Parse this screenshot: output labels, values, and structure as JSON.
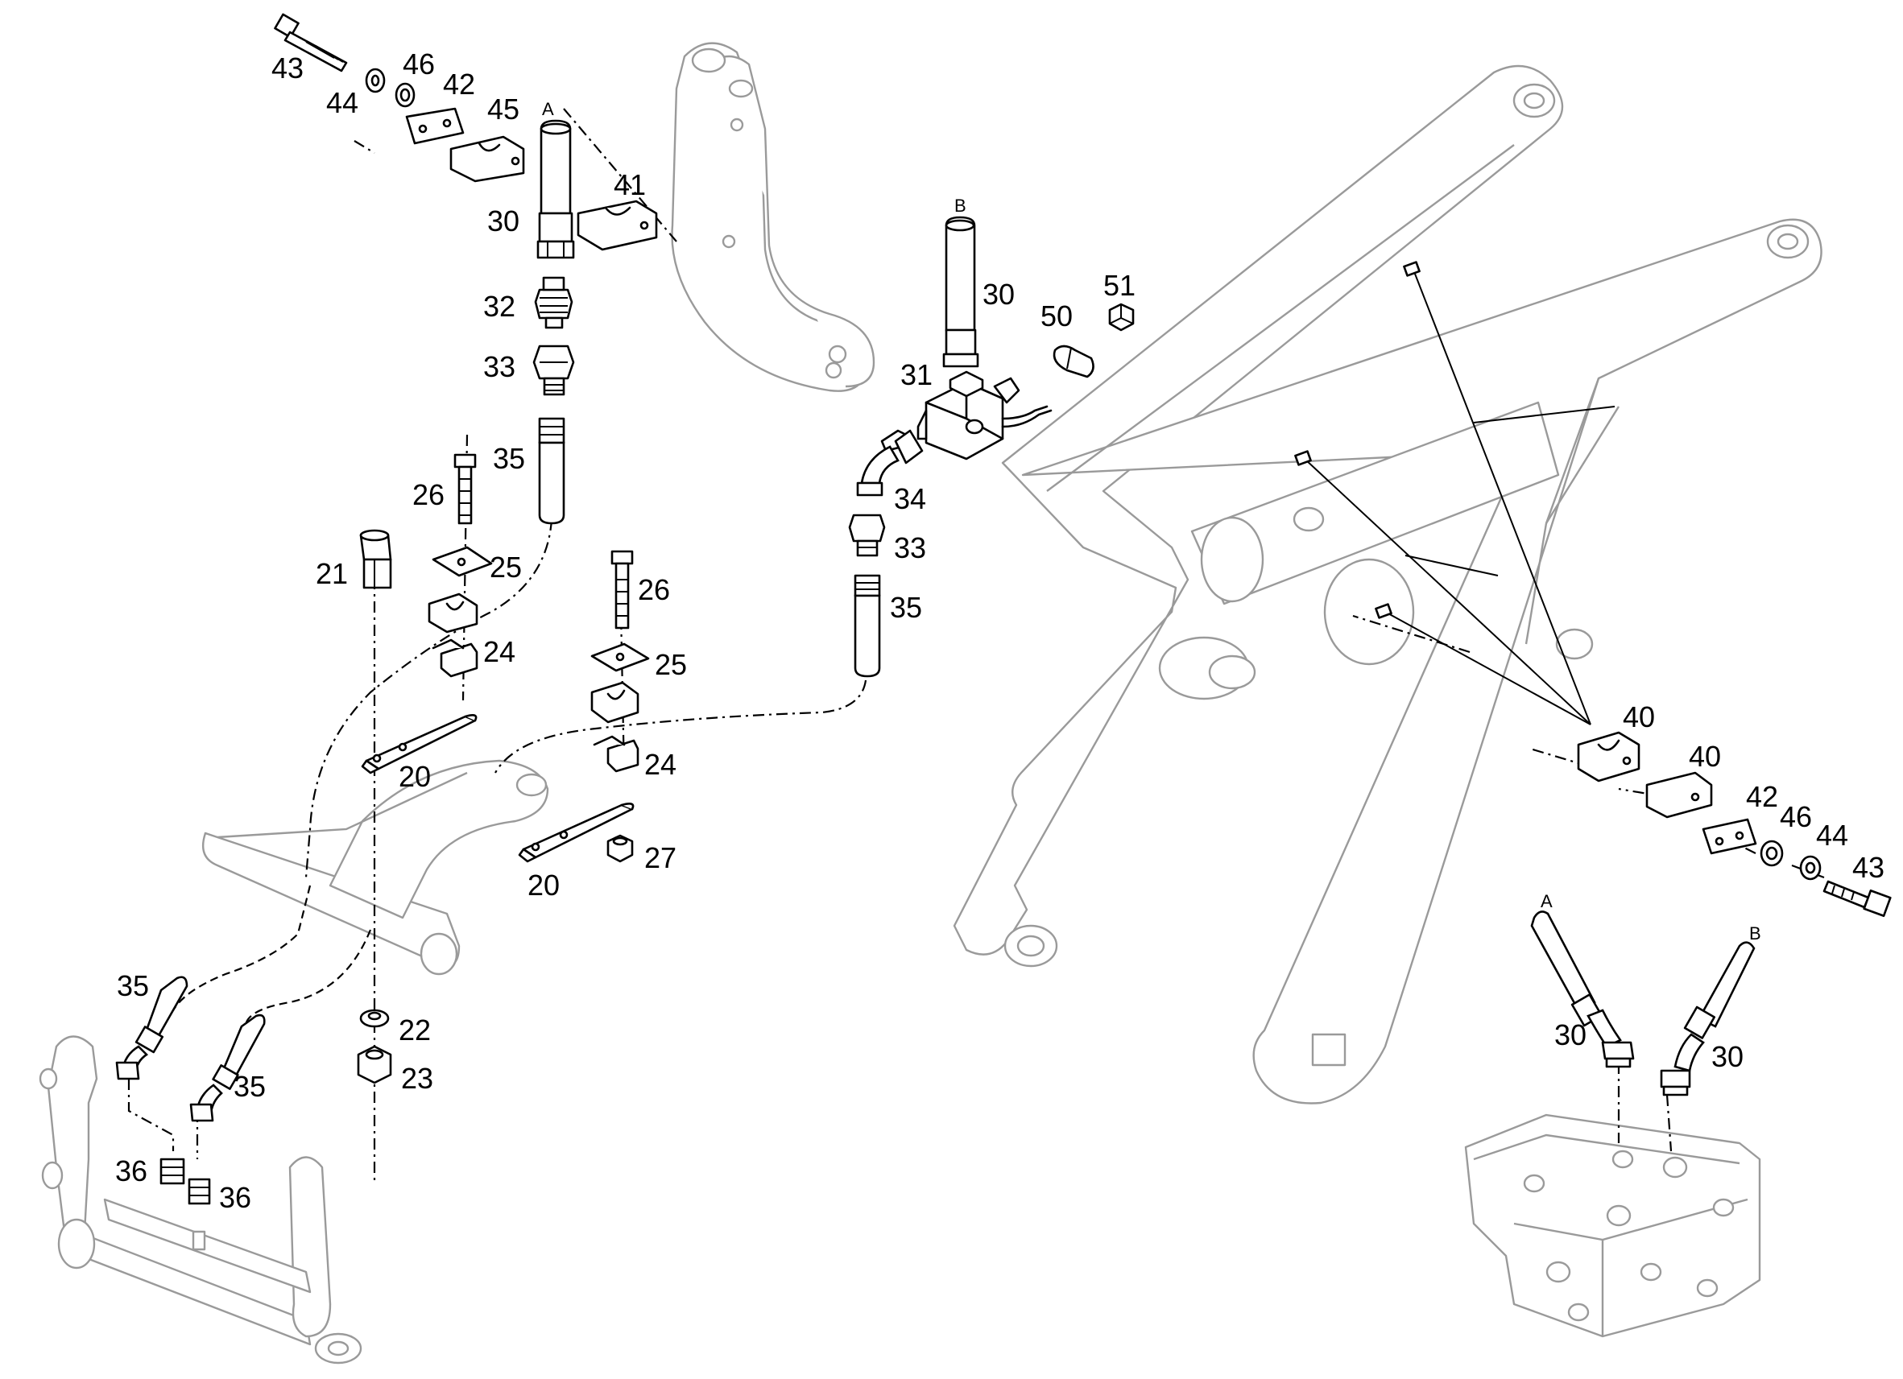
{
  "labels": {
    "n43a": "43",
    "n44a": "44",
    "n46a": "46",
    "n42a": "42",
    "n45": "45",
    "n41": "41",
    "conn_a_top": "A",
    "conn_b_top": "B",
    "n30a": "30",
    "n30b": "30",
    "n32": "32",
    "n33a": "33",
    "n35a": "35",
    "n51": "51",
    "n50": "50",
    "n31": "31",
    "n34": "34",
    "n33b": "33",
    "n35b": "35",
    "n26a": "26",
    "n25a": "25",
    "n21": "21",
    "n24a": "24",
    "n20a": "20",
    "n26b": "26",
    "n25b": "25",
    "n24b": "24",
    "n27": "27",
    "n20b": "20",
    "n22": "22",
    "n23": "23",
    "n35c": "35",
    "n35d": "35",
    "n36a": "36",
    "n36b": "36",
    "n40a": "40",
    "n40b": "40",
    "n42b": "42",
    "n46b": "46",
    "n44b": "44",
    "n43b": "43",
    "conn_a_bottom": "A",
    "conn_b_bottom": "B",
    "n30c": "30",
    "n30d": "30"
  }
}
